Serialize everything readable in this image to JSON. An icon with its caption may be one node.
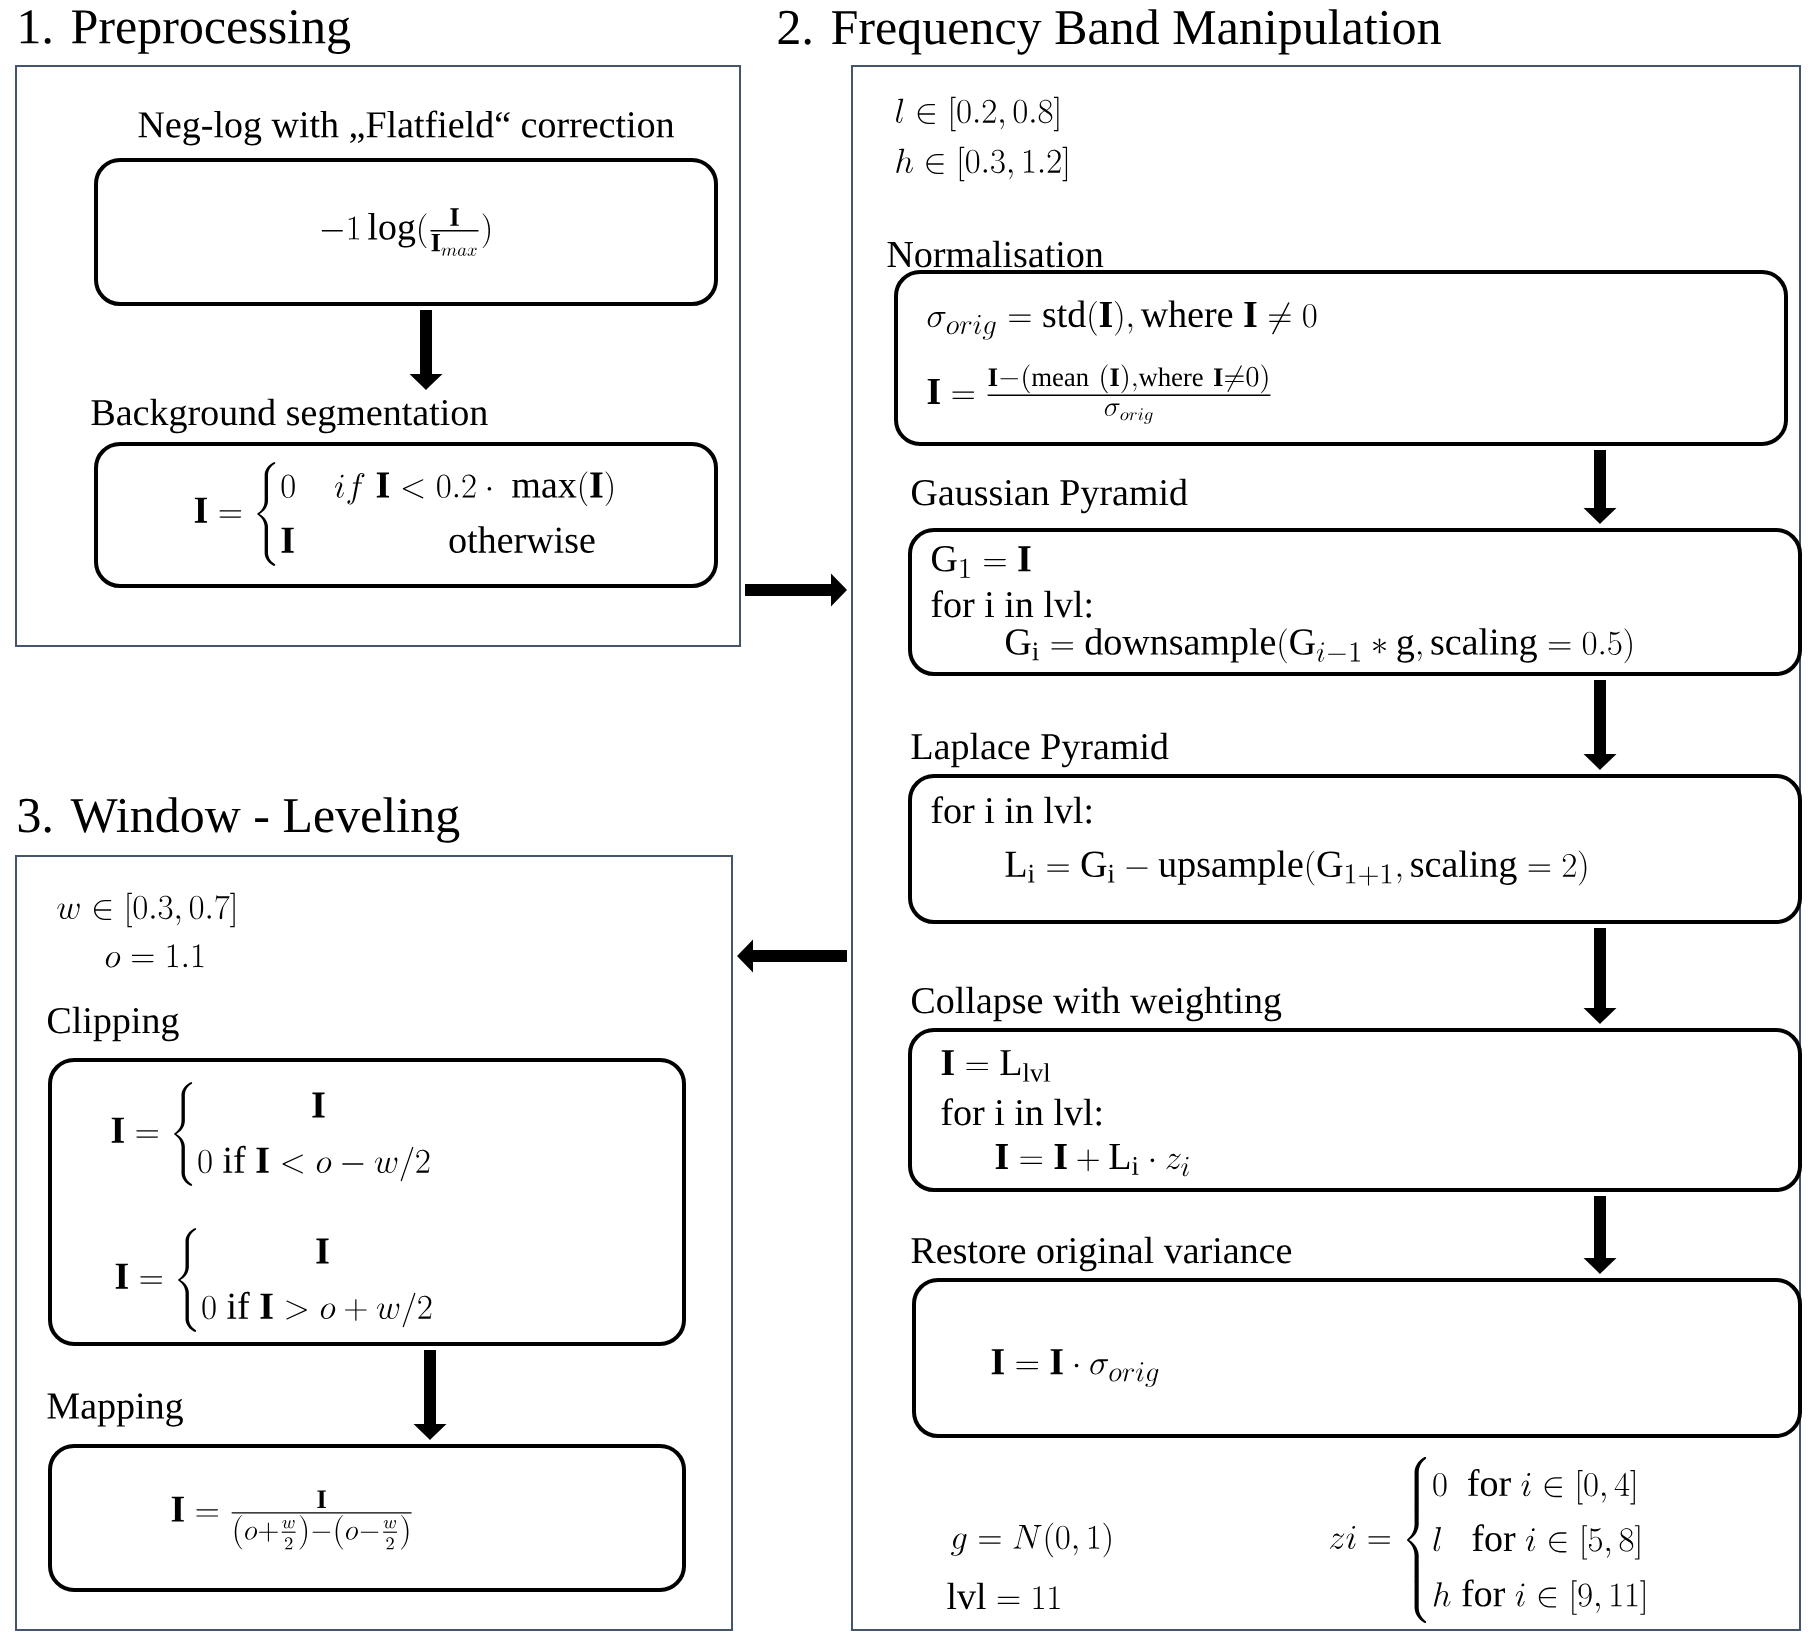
{
  "diagram": {
    "nodes": [
      {
        "text": [
          "1. Preprocessing"
        ]
      },
      {
        "text": [
          "Neg-log with „Flatfield“ correction",
          "-1\\log(\\frac{\\mathbf{I}}{\\mathbf{I}_{max}})"
        ],
        "in": 0
      },
      {
        "text": [
          "Background segmentation",
          "\\mathbf{I} = \\begin{cases} 0 & if\\ \\mathbf{I} < 0.2\\cdot\\ \\max(\\mathbf{I}) \\\\ \\mathbf{I} & \\qquad\\quad\\mathrm{otherwise} \\end{cases}"
        ],
        "in": 0
      },
      {
        "text": [
          "2. Frequency Band Manipulation"
        ]
      },
      {
        "text": [
          "Normalisation",
          "\\sigma_{orig} = \\mathrm{std}(\\mathbf{I}), \\mathrm{where}\\ \\mathbf{I} \\neq 0",
          "\\mathbf{I} = \\frac{\\mathbf{I} - (\\mathrm{mean}\\ (\\mathbf{I}), \\mathrm{where}\\ \\mathbf{I} \\neq 0)}{\\sigma_{orig}}"
        ],
        "in": 3
      },
      {
        "text": [
          "Gaussian Pyramid",
          "\\mathrm{G}_1 = \\mathbf{I}",
          "for i in lvl:",
          "\\mathrm{G_i} = \\mathrm{downsample}(\\mathrm{G}_{i-1} * \\mathrm{g}, \\mathrm{scaling} = 0.5)"
        ],
        "in": 3
      },
      {
        "text": [
          "Laplace Pyramid",
          "for i in lvl:",
          "\\mathrm{L_i} = \\mathrm{G_i} - \\mathrm{upsample}(\\mathrm{G}_{1+1}, \\mathrm{scaling} = 2)"
        ],
        "in": 3
      },
      {
        "text": [
          "Collapse with weighting",
          "\\mathbf{I} = \\mathrm{L_{lvl}}",
          "for i in lvl:",
          "\\mathbf{I} = \\mathbf{I} + \\mathrm{L_i} \\cdot z_i"
        ],
        "in": 3
      },
      {
        "text": [
          "Restore original variance",
          "\\mathbf{I} = \\mathbf{I} \\cdot \\sigma_{orig}"
        ],
        "in": 3
      },
      {
        "text": [
          "3. Window - Leveling"
        ]
      },
      {
        "text": [
          "Clipping",
          "\\mathbf{I} = \\begin{cases} \\qquad\\quad\\mathbf{I} \\\\ 0\\ \\mathrm{if}\\ \\mathbf{I} < o - w/2 \\end{cases}",
          "\\mathbf{I} = \\begin{cases} \\qquad\\quad\\mathbf{I} \\\\ 0\\ \\mathrm{if}\\ \\mathbf{I} > o + w/2 \\end{cases}"
        ],
        "in": 9
      },
      {
        "text": [
          "Mapping",
          "\\mathbf{I} = \\frac{\\mathbf{I}}{\\left(o+\\frac{w}{2}\\right)-\\left(o-\\frac{w}{2}\\right)}"
        ],
        "in": 9
      }
    ],
    "edges": [
      {
        "from": 1,
        "to": 2,
        "arrow": "to"
      },
      {
        "from": 4,
        "to": 5,
        "arrow": "to"
      },
      {
        "from": 5,
        "to": 6,
        "arrow": "to"
      },
      {
        "from": 6,
        "to": 7,
        "arrow": "to"
      },
      {
        "from": 7,
        "to": 8,
        "arrow": "to"
      },
      {
        "from": 10,
        "to": 11,
        "arrow": "to"
      },
      {
        "from": 0,
        "to": 3,
        "arrow": "to"
      },
      {
        "from": 3,
        "to": 9,
        "arrow": "to"
      }
    ],
    "labels": [
      "l \\in [0.2, 0.8]",
      "h \\in [0.3, 1.2]",
      "g = N(0,1)",
      "zi = \\begin{cases} 0\\ \\ \\mathrm{for}\\ i \\in [0,4] \\\\ l\\ \\ \\ \\mathrm{for}\\ i \\in [5,8] \\\\ h\\ \\mathrm{for}\\ i \\in [9,11] \\end{cases}",
      "\\mathrm{lvl} = 11",
      "w \\in [0.3, 0.7]",
      "o = 1.1"
    ]
  }
}
